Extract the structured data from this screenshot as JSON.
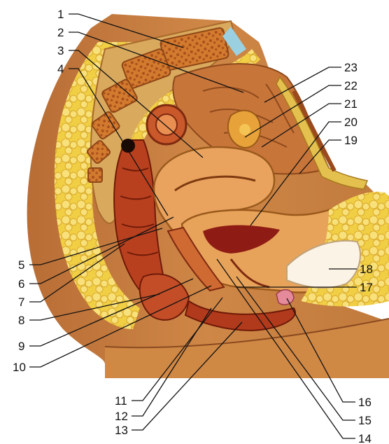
{
  "labels": [
    "1",
    "2",
    "3",
    "4",
    "5",
    "6",
    "7",
    "8",
    "9",
    "10",
    "11",
    "12",
    "13",
    "14",
    "15",
    "16",
    "17",
    "18",
    "19",
    "20",
    "21",
    "22",
    "23"
  ],
  "colors": {
    "fat_yellow": "#f3d24a",
    "flesh_orange": "#e08a3c",
    "uterus_orange": "#e59a52",
    "rectum_red": "#b8401f",
    "bone": "#d9b07a",
    "body_brown": "#c27a3f",
    "bladder_white": "#fbf3e6",
    "cavity_red": "#8e1c14"
  }
}
